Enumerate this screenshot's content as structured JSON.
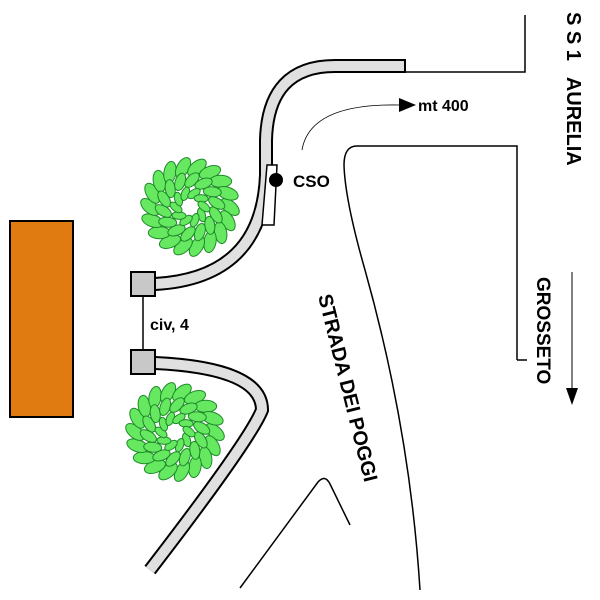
{
  "labels": {
    "highway": "S S 1   AURELIA",
    "direction": "GROSSETO",
    "distance": "mt 400",
    "marker": "CSO",
    "house_number": "civ, 4",
    "street": "STRADA DEI POGGI"
  },
  "colors": {
    "building": "#E07B12",
    "wall": "#E0E0E0",
    "gate": "#C8C8C8",
    "tree_light": "#66E860",
    "tree_dark": "#1E8A2A"
  }
}
